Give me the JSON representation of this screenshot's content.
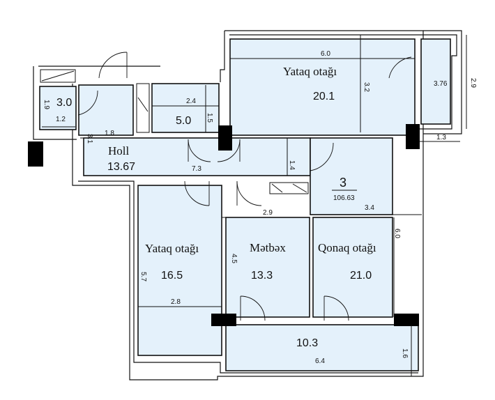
{
  "rooms": {
    "bedroom_top": {
      "name": "Yataq otağı",
      "area": "20.1",
      "dim_w": "6.0",
      "dim_h": "3.2"
    },
    "balcony_right": {
      "area": "3.76",
      "dim_h": "2.9",
      "dim_w": "1.3"
    },
    "small_room": {
      "area": "3.0",
      "dim_h": "1.9",
      "dim_w": "1.2"
    },
    "bathroom": {
      "area": "5.0",
      "dim_w": "2.4",
      "dim_h": "1.5"
    },
    "hall": {
      "name": "Holl",
      "area": "13.67",
      "dim_w": "7.3",
      "dim_h": "3.1",
      "dim_w2": "1.8",
      "dim_h2": "1.4"
    },
    "apartment": {
      "number": "3",
      "total_area": "106.63",
      "dim_w": "3.4"
    },
    "bedroom_bottom": {
      "name": "Yataq otağı",
      "area": "16.5",
      "dim_h": "5.7",
      "dim_w": "2.8"
    },
    "kitchen": {
      "name": "Mətbəx",
      "area": "13.3",
      "dim_w": "2.9",
      "dim_h": "4.5"
    },
    "living_room": {
      "name": "Qonaq otağı",
      "area": "21.0",
      "dim_h": "6.0"
    },
    "balcony_bottom": {
      "area": "10.3",
      "dim_w": "6.4",
      "dim_h": "1.6"
    }
  }
}
